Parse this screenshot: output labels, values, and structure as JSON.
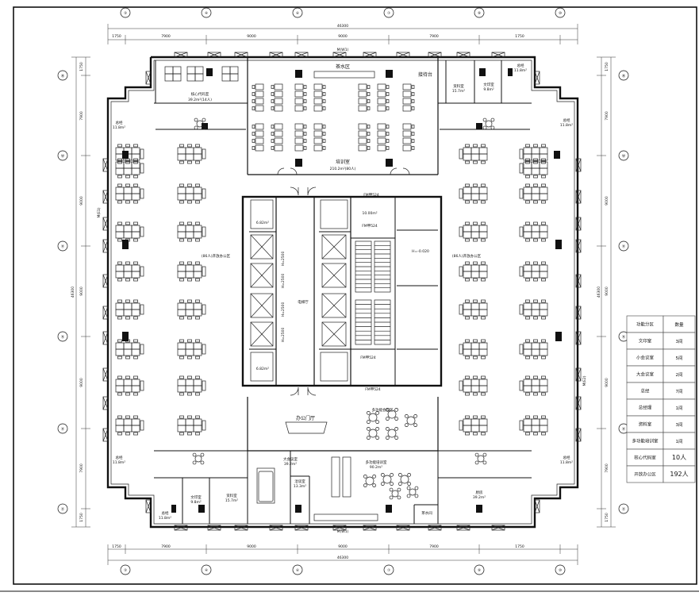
{
  "grid_columns": [
    "③",
    "④",
    "⑥",
    "⑦",
    "⑨",
    "⑩"
  ],
  "grid_rows": [
    "Ⓜ",
    "Ⓦ",
    "Ⓡ",
    "Ⓝ",
    "Ⓗ",
    "Ⓓ"
  ],
  "dimensions": {
    "top_segments": [
      "1750",
      "7900",
      "9000",
      "9000",
      "7900",
      "1750"
    ],
    "top_total": "46300",
    "bottom_segments": [
      "1750",
      "7900",
      "9000",
      "9000",
      "7900",
      "1750"
    ],
    "bottom_total": "46300",
    "side_segments": [
      "1750",
      "7900",
      "9000",
      "9000",
      "9000",
      "7900",
      "1750"
    ],
    "side_total": "46300"
  },
  "axis_marks": {
    "top": "M(W1)",
    "bottom": "M(W1)",
    "left": "M(E1)",
    "right": "M(E2)"
  },
  "rooms": {
    "break_area": "茶水区",
    "reception": "接待台",
    "training": "培训室",
    "training_area": "210.2m²(80人)",
    "core_office": "核心代码室",
    "core_office_area": "39.2m²(14人)",
    "archive_top": "资料室",
    "archive_top_area": "15.7m²",
    "print_top": "文印室",
    "print_top_area": "9.8m²",
    "lounge": "总经",
    "lounge_area": "11.8m²",
    "open_office_left": "(86人)开放办公区",
    "open_office_right": "(86人)开放办公区",
    "elevator_hall": "电梯厅",
    "shaft_a": "6.82m²",
    "shaft_b": "6.82m²",
    "office_lobby": "办公门厅",
    "multi_meeting": "多功能会议区",
    "big_meeting": "大会议室",
    "big_meeting_area": "39.2m²",
    "multi_training": "多功能培训室",
    "multi_training_area": "90.2m²",
    "small_meeting": "洽谈室",
    "small_meeting_area": "13.3m²",
    "pantry": "厨房",
    "pantry_area": "39.2m²",
    "print_bottom": "文印室",
    "print_bottom_area": "9.8m²",
    "archive_bottom": "资料室",
    "archive_bottom_area": "15.7m²",
    "lounge_bottom": "总经",
    "lounge_bottom_area": "11.8m²",
    "storage_bottom": "茶水间",
    "dims_h": [
      "H=2500",
      "H=2500",
      "H=2500",
      "H=2500"
    ],
    "fm_labels": [
      "FM甲524",
      "FM甲524",
      "FM甲524",
      "FM甲524"
    ],
    "room_10": "10.00m²",
    "wc_level": "H=-0.020"
  },
  "legend": {
    "header": [
      "功能分区",
      "数量"
    ],
    "rows": [
      [
        "文印室",
        "3间"
      ],
      [
        "小会议室",
        "5间"
      ],
      [
        "大会议室",
        "2间"
      ],
      [
        "总经",
        "7间"
      ],
      [
        "总经理",
        "1间"
      ],
      [
        "资料室",
        "3间"
      ],
      [
        "多功能培训室",
        "1间"
      ],
      [
        "核心代码室",
        "10人"
      ],
      [
        "开放办公区",
        "192人"
      ]
    ]
  },
  "colors": {
    "line": "#111111",
    "background": "#ffffff"
  }
}
